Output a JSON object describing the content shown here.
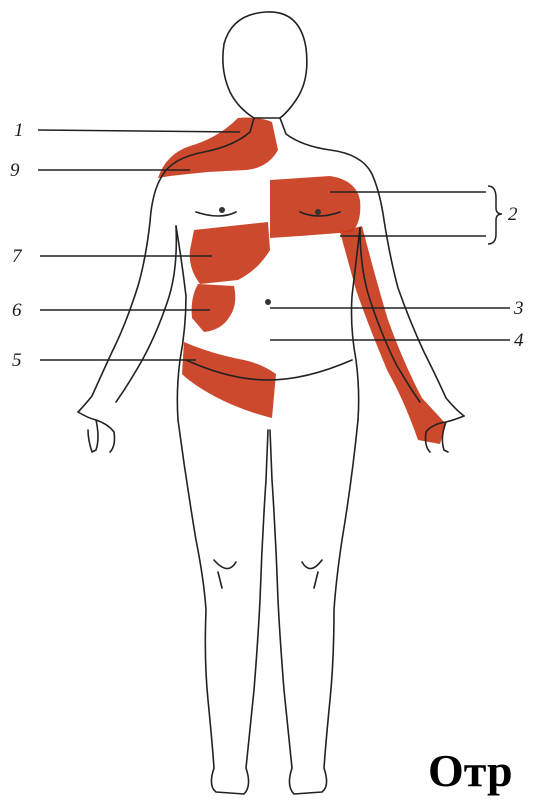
{
  "figure": {
    "labels": [
      "1",
      "9",
      "7",
      "6",
      "5",
      "2",
      "3",
      "4"
    ]
  },
  "caption": "Отр",
  "colors": {
    "pain_zone": "#c93a1c",
    "outline": "#222222",
    "paper": "#ffffff"
  }
}
